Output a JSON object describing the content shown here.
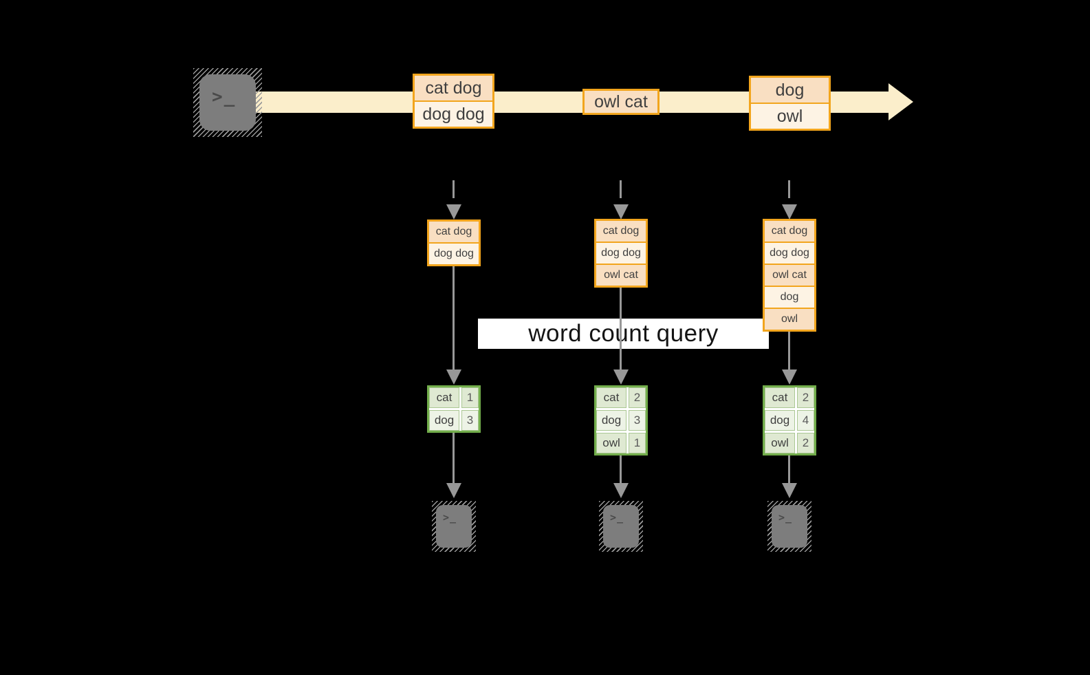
{
  "query": {
    "label": "word count query"
  },
  "terminal": {
    "prompt_glyph": ">_"
  },
  "stream_batches": [
    {
      "rows": [
        "cat dog",
        "dog dog"
      ]
    },
    {
      "rows": [
        "owl cat"
      ]
    },
    {
      "rows": [
        "dog",
        "owl"
      ]
    }
  ],
  "micro_batches": [
    {
      "rows": [
        "cat dog",
        "dog dog"
      ]
    },
    {
      "rows": [
        "cat dog",
        "dog dog",
        "owl cat"
      ]
    },
    {
      "rows": [
        "cat dog",
        "dog dog",
        "owl cat",
        "dog",
        "owl"
      ]
    }
  ],
  "result_tables": [
    {
      "rows": [
        {
          "word": "cat",
          "count": "1"
        },
        {
          "word": "dog",
          "count": "3"
        }
      ]
    },
    {
      "rows": [
        {
          "word": "cat",
          "count": "2"
        },
        {
          "word": "dog",
          "count": "3"
        },
        {
          "word": "owl",
          "count": "1"
        }
      ]
    },
    {
      "rows": [
        {
          "word": "cat",
          "count": "2"
        },
        {
          "word": "dog",
          "count": "4"
        },
        {
          "word": "owl",
          "count": "2"
        }
      ]
    }
  ],
  "colors": {
    "background": "#000000",
    "stream_band": "#fbeecb",
    "orange_border": "#f2a51d",
    "peach_fill": "#f9dfc2",
    "cream_fill": "#fdf3e4",
    "green_border": "#72ad4b",
    "green_cell_dark": "#dfe9d2",
    "green_cell_light": "#edf3e6",
    "arrow_gray": "#989898",
    "terminal_gray": "#7d7d7d",
    "query_bg": "#ffffff"
  }
}
